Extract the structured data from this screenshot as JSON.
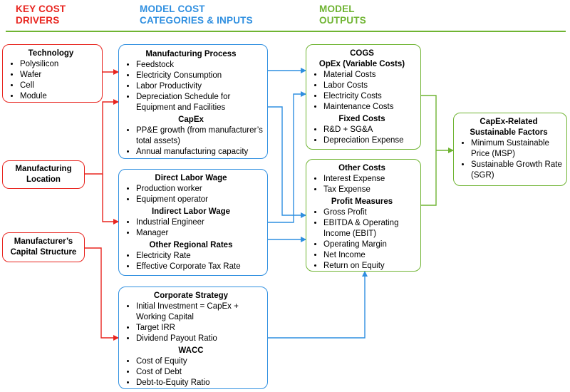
{
  "headers": {
    "drivers": "KEY COST\nDRIVERS",
    "inputs": "MODEL COST\nCATEGORIES & INPUTS",
    "outputs": "MODEL\nOUTPUTS"
  },
  "drivers": {
    "technology": {
      "title": "Technology",
      "items": [
        "Polysilicon",
        "Wafer",
        "Cell",
        "Module"
      ]
    },
    "location": {
      "title": "Manufacturing\nLocation"
    },
    "capital": {
      "title": "Manufacturer’s\nCapital Structure"
    }
  },
  "inputs": {
    "manufacturing": {
      "title": "Manufacturing Process",
      "items": [
        "Feedstock",
        "Electricity Consumption",
        "Labor Productivity",
        "Depreciation Schedule for Equipment and Facilities"
      ],
      "capex_title": "CapEx",
      "capex_items": [
        "PP&E growth (from manufacturer’s total assets)",
        "Annual manufacturing capacity"
      ]
    },
    "labor": {
      "direct_title": "Direct Labor Wage",
      "direct_items": [
        "Production worker",
        "Equipment operator"
      ],
      "indirect_title": "Indirect Labor Wage",
      "indirect_items": [
        "Industrial Engineer",
        "Manager"
      ],
      "regional_title": "Other Regional Rates",
      "regional_items": [
        "Electricity Rate",
        "Effective Corporate Tax Rate"
      ]
    },
    "strategy": {
      "title": "Corporate Strategy",
      "items": [
        "Initial Investment = CapEx + Working Capital",
        "Target IRR",
        "Dividend Payout Ratio"
      ],
      "wacc_title": "WACC",
      "wacc_items": [
        "Cost of Equity",
        "Cost of Debt",
        "Debt-to-Equity Ratio"
      ]
    }
  },
  "outputs": {
    "cogs": {
      "title": "COGS",
      "opex_title": "OpEx (Variable Costs)",
      "opex_items": [
        "Material Costs",
        "Labor Costs",
        "Electricity Costs",
        "Maintenance Costs"
      ],
      "fixed_title": "Fixed Costs",
      "fixed_items": [
        "R&D + SG&A",
        "Depreciation Expense"
      ]
    },
    "other": {
      "title": "Other Costs",
      "items": [
        "Interest Expense",
        "Tax Expense"
      ],
      "profit_title": "Profit Measures",
      "profit_items": [
        "Gross Profit",
        "EBITDA & Operating Income (EBIT)",
        "Operating Margin",
        "Net Income",
        "Return on Equity"
      ]
    },
    "capex_factors": {
      "title": "CapEx-Related\nSustainable Factors",
      "items": [
        "Minimum Sustainable Price (MSP)",
        "Sustainable Growth Rate (SGR)"
      ]
    }
  },
  "colors": {
    "red": "#e8251f",
    "blue": "#2f8fe0",
    "green": "#6fb432"
  }
}
